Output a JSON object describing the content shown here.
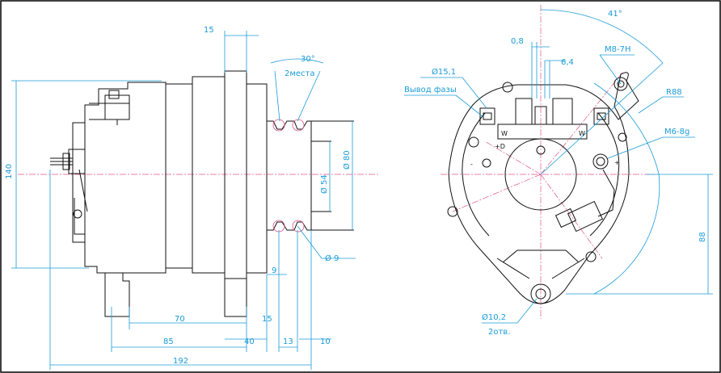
{
  "colors": {
    "part": "#111111",
    "dimension": "#1a9bd7",
    "centerline": "#e0558a",
    "frame": "#000000"
  },
  "side_view": {
    "dims": {
      "d15_top": "15",
      "angle_30": "30°",
      "places_2": "2места",
      "h140": "140",
      "dia54": "Ø 54",
      "dia80": "Ø 80",
      "d9_small": "9",
      "dia9": "Ø 9",
      "d70": "70",
      "d15_bottom": "15",
      "d85": "85",
      "d40": "40",
      "d13": "13",
      "d10": "10",
      "d192": "192"
    }
  },
  "front_view": {
    "dims": {
      "angle_41": "41°",
      "d08": "0,8",
      "d64": "6,4",
      "m8": "M8-7H",
      "dia151": "Ø15,1",
      "phase_output": "Вывод фазы",
      "r88": "R88",
      "m6": "M6-8g",
      "d88": "88",
      "dia102": "Ø10,2",
      "holes_2": "2отв."
    },
    "terminal_labels": {
      "w_left": "W",
      "w_right": "W",
      "plus_d": "+D",
      "minus": "-",
      "plus": "+"
    }
  }
}
